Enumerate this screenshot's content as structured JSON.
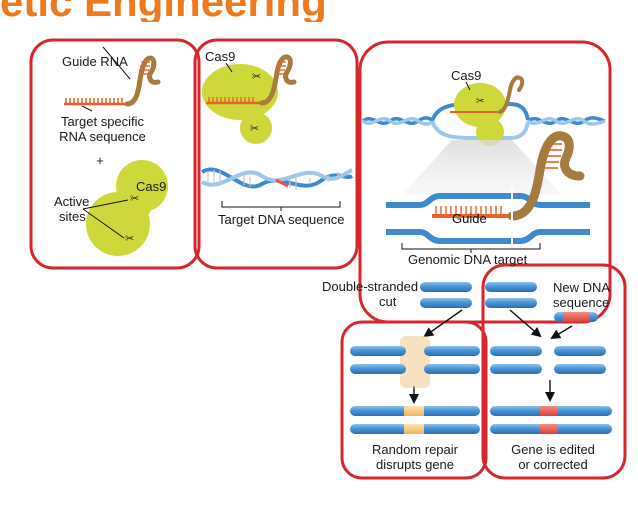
{
  "header": {
    "title": "etic Engineering"
  },
  "panel1": {
    "guide_rna": "Guide RNA",
    "target_specific_1": "Target specific",
    "target_specific_2": "RNA sequence",
    "plus": "+",
    "active_1": "Active",
    "active_2": "sites",
    "cas9": "Cas9"
  },
  "panel2": {
    "cas9": "Cas9",
    "target_dna": "Target DNA sequence"
  },
  "panel3": {
    "cas9": "Cas9",
    "guide": "Guide",
    "genomic": "Genomic DNA target"
  },
  "lower": {
    "double_stranded_1": "Double-stranded",
    "double_stranded_2": "cut",
    "new_dna_1": "New DNA",
    "new_dna_2": "sequence",
    "random_1": "Random repair",
    "random_2": "disrupts gene",
    "edited_1": "Gene is edited",
    "edited_2": "or corrected"
  },
  "colors": {
    "panel_border": "#d8262d",
    "cas9_fill": "#cfd83a",
    "rna_orange": "#e8632a",
    "rna_tan": "#a57c3e",
    "dna_blue": "#3e8ad0",
    "dna_light": "#8cc2ee",
    "repair_orange": "#f7c77a",
    "edit_red": "#e8524a"
  }
}
